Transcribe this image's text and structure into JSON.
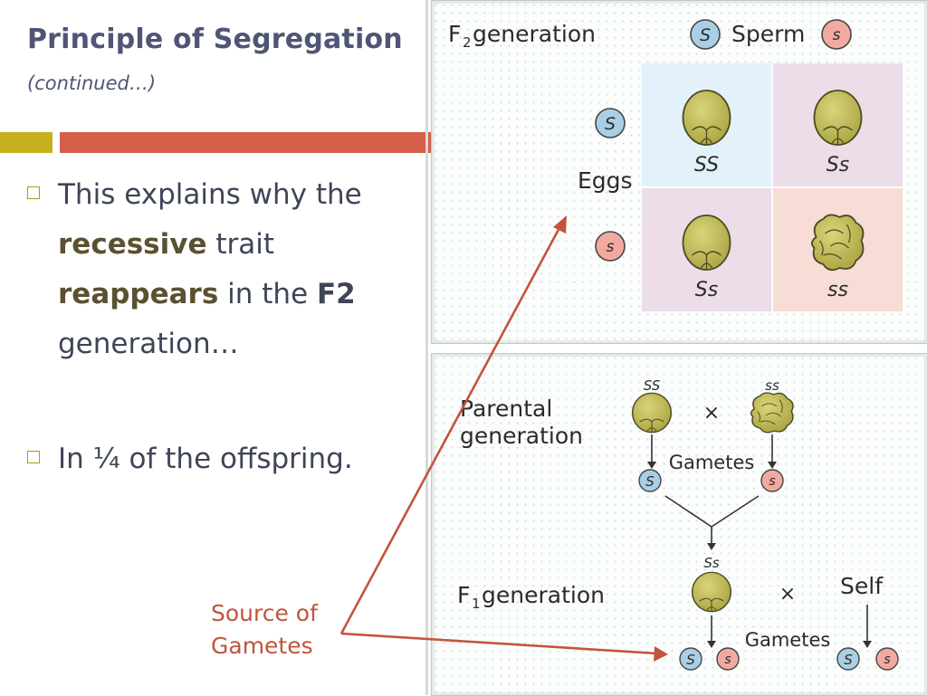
{
  "slide": {
    "title": "Principle of Segregation",
    "subtitle": "(continued…)",
    "bullets": [
      {
        "pre": "This explains why the",
        "b1": "recessive",
        "mid": " trait",
        "b2": "reappears",
        "mid2": " in the ",
        "b3": "F2",
        "post": "generation…"
      },
      {
        "text": "In ¼ of the offspring."
      }
    ],
    "caption": [
      "Source of",
      "Gametes"
    ]
  },
  "punnett": {
    "title_letter": "F",
    "title_sub": "2",
    "title_rest": " generation",
    "sperm_label": "Sperm",
    "eggs_label": "Eggs",
    "allele_dominant": "S",
    "allele_recessive": "s",
    "cells": [
      {
        "genotype": "SS",
        "seed": "round",
        "bg": "#e3f1fa"
      },
      {
        "genotype": "Ss",
        "seed": "round",
        "bg": "#ecdde8"
      },
      {
        "genotype": "Ss",
        "seed": "round",
        "bg": "#ecdde8"
      },
      {
        "genotype": "ss",
        "seed": "wrinkled",
        "bg": "#f8dcd6"
      }
    ]
  },
  "cross": {
    "parental_label": [
      "Parental",
      "generation"
    ],
    "parent1_genotype": "SS",
    "parent2_genotype": "ss",
    "cross_symbol": "×",
    "gametes_label": "Gametes",
    "f1_genotype": "Ss",
    "f1_letter": "F",
    "f1_sub": "1",
    "f1_rest": " generation",
    "self_label": "Self",
    "allele_dominant": "S",
    "allele_recessive": "s"
  },
  "colors": {
    "accent_gold": "#c7b11c",
    "accent_orange": "#d4604a",
    "arrow": "#c2543d",
    "dominant_circle": "#a9cfe6",
    "recessive_circle": "#f2aaa0",
    "seed_fill": "#c2bd58"
  }
}
